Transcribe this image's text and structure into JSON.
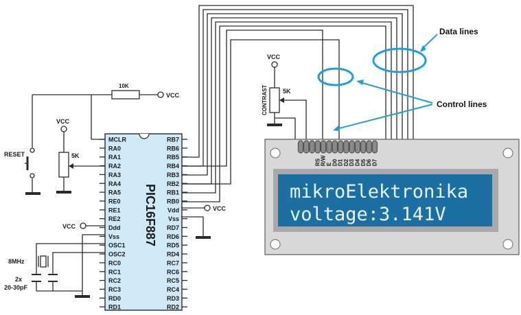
{
  "mcu": {
    "name": "PIC16F887",
    "left_pins": [
      "MCLR",
      "RA0",
      "RA1",
      "RA2",
      "RA3",
      "RA4",
      "RA5",
      "RE0",
      "RE1",
      "RE2",
      "Ddd",
      "Vss",
      "OSC1",
      "OSC2",
      "RC0",
      "RC1",
      "RC2",
      "RC3",
      "RD0",
      "RD1"
    ],
    "right_pins": [
      "RB7",
      "RB6",
      "RB5",
      "RB4",
      "RB3",
      "RB2",
      "RB1",
      "RB0",
      "Vdd",
      "Vss",
      "RD7",
      "RD6",
      "RD5",
      "RD4",
      "RC7",
      "RC6",
      "RC5",
      "RC4",
      "RD3",
      "RD2"
    ]
  },
  "components": {
    "resistor_mclr": "10K",
    "pot_left": "5K",
    "pot_contrast": "5K",
    "contrast_label": "CONTRAST",
    "reset_label": "RESET",
    "crystal": "8MHz",
    "caps_line1": "2x",
    "caps_line2": "20-30pF"
  },
  "vcc_labels": [
    "VCC",
    "VCC",
    "VCC",
    "VCC",
    "VCC"
  ],
  "lcd": {
    "pins": [
      "RS",
      "R/W",
      "E",
      "D0",
      "D1",
      "D2",
      "D3",
      "D4",
      "D5",
      "D6",
      "D7"
    ],
    "line1": "mikroElektronika",
    "line2": "voltage:3.141V",
    "bezel_color": "#d8d8d8",
    "screen_color": "#1b6fa3",
    "text_color": "#e8f4ff"
  },
  "callouts": {
    "data": "Data lines",
    "control": "Control lines",
    "accent": "#1aa0dc"
  }
}
